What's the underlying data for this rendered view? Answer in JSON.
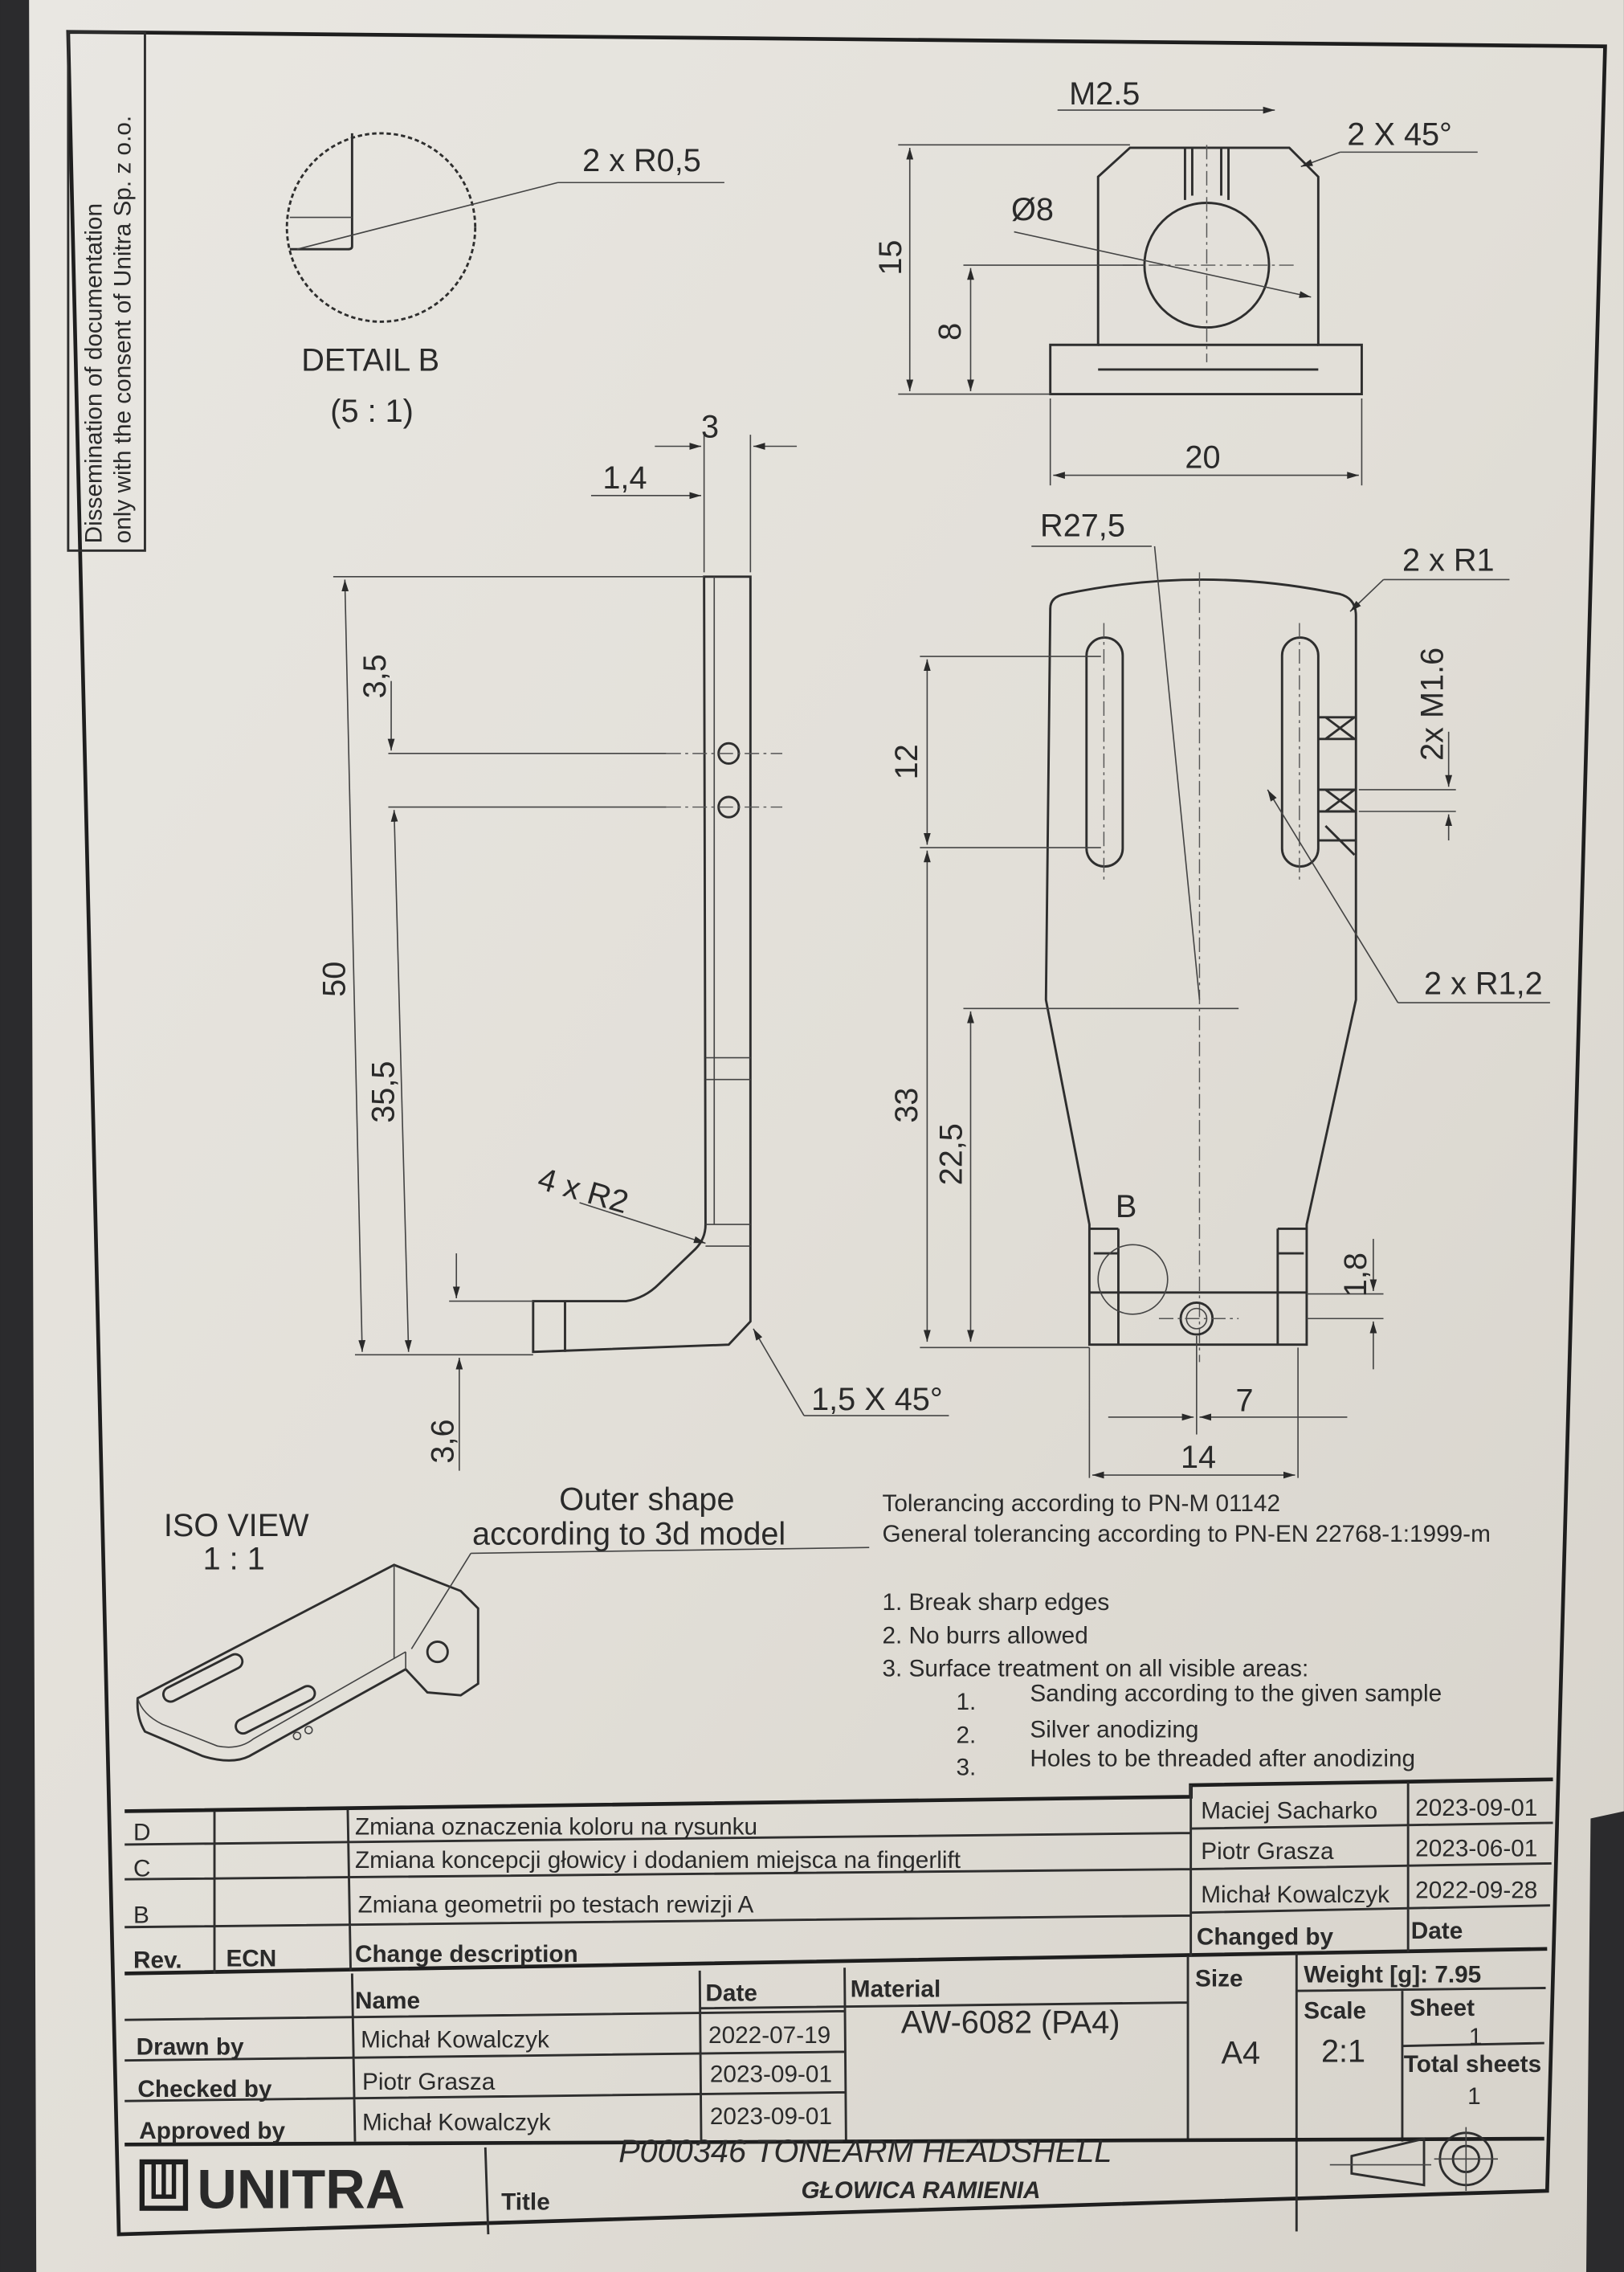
{
  "side_note": [
    "Dissemination of documentation",
    "only with the consent of Unitra Sp. z o.o."
  ],
  "detail_b": {
    "radius_label": "2 x R0,5",
    "title": "DETAIL B",
    "scale": "(5 : 1)"
  },
  "top_view": {
    "thread": "M2.5",
    "chamfer": "2 X 45°",
    "diameter": "Ø8",
    "height": "15",
    "center_height": "8",
    "width": "20"
  },
  "side_view": {
    "thickness": "1,4",
    "width": "3",
    "length": "50",
    "hole_offset": "3,5",
    "hole_position": "35,5",
    "radii": "4 x R2",
    "foot": "3,6",
    "chamfer": "1,5 X 45°"
  },
  "front_view": {
    "arc_radius": "R27,5",
    "corner_radii": "2 x R1",
    "thread": "2x M1.6",
    "slot_length": "12",
    "dim_33": "33",
    "dim_22_5": "22,5",
    "detail_ref": "B",
    "slot_radii": "2 x R1,2",
    "dim_1_8": "1,8",
    "dim_7": "7",
    "dim_14": "14"
  },
  "iso_view": {
    "title": "ISO VIEW",
    "scale": "1 : 1"
  },
  "notes": {
    "outer_shape": [
      "Outer shape",
      "according to 3d model"
    ],
    "tolerancing": "Tolerancing according to PN-M 01142",
    "general_tolerancing": "General tolerancing according to PN-EN 22768-1:1999-m",
    "items": [
      "1. Break sharp edges",
      "2. No burrs allowed",
      "3. Surface treatment on all visible areas:"
    ],
    "sub_items": [
      {
        "num": "1.",
        "text": "Sanding according to the given sample"
      },
      {
        "num": "2.",
        "text": "Silver anodizing"
      },
      {
        "num": "3.",
        "text": "Holes to be threaded after anodizing"
      }
    ]
  },
  "revisions": {
    "headers": {
      "rev": "Rev.",
      "ecn": "ECN",
      "description": "Change description",
      "changed_by": "Changed by",
      "date": "Date"
    },
    "rows": [
      {
        "rev": "D",
        "description": "Zmiana oznaczenia koloru na rysunku",
        "changed_by": "Maciej Sacharko",
        "date": "2023-09-01"
      },
      {
        "rev": "C",
        "description": "Zmiana koncepcji głowicy i dodaniem miejsca na fingerlift",
        "changed_by": "Piotr Grasza",
        "date": "2023-06-01"
      },
      {
        "rev": "B",
        "description": "Zmiana geometrii po testach rewizji A",
        "changed_by": "Michał Kowalczyk",
        "date": "2022-09-28"
      }
    ]
  },
  "title_block": {
    "name_header": "Name",
    "date_header": "Date",
    "signoffs": [
      {
        "role": "Drawn by",
        "name": "Michał Kowalczyk",
        "date": "2022-07-19"
      },
      {
        "role": "Checked by",
        "name": "Piotr Grasza",
        "date": "2023-09-01"
      },
      {
        "role": "Approved by",
        "name": "Michał Kowalczyk",
        "date": "2023-09-01"
      }
    ],
    "material_label": "Material",
    "material": "AW-6082 (PA4)",
    "size_label": "Size",
    "size": "A4",
    "weight": "Weight [g]: 7.95",
    "scale_label": "Scale",
    "scale": "2:1",
    "sheet_label": "Sheet",
    "sheet": "1",
    "total_sheets_label": "Total sheets",
    "total_sheets": "1",
    "logo": "UNITRA",
    "title_label": "Title",
    "title": "P000346 TONEARM HEADSHELL",
    "subtitle": "GŁOWICA RAMIENIA"
  },
  "colors": {
    "paper": "#e4e1da",
    "ink": "#2a2a2a",
    "background": "#2b2b2d"
  }
}
